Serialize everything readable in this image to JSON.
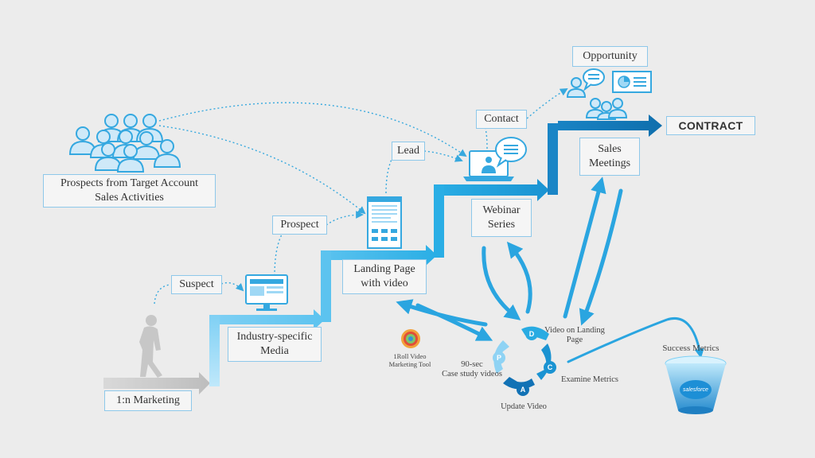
{
  "stages": {
    "one_n": "1:n Marketing",
    "industry": "Industry-specific\nMedia",
    "landing": "Landing Page\nwith video",
    "webinar": "Webinar\nSeries",
    "sales": "Sales\nMeetings",
    "contract": "CONTRACT"
  },
  "labels": {
    "prospects": "Prospects from Target Account\nSales Activities",
    "suspect": "Suspect",
    "prospect": "Prospect",
    "lead": "Lead",
    "contact": "Contact",
    "opportunity": "Opportunity"
  },
  "cycle": {
    "d": "D",
    "c": "C",
    "a": "A",
    "p": "P",
    "video_landing": "Video on Landing\nPage",
    "examine": "Examine Metrics",
    "update": "Update Video",
    "case_study": "90-sec\nCase study videos",
    "tool": "1Roll Video\nMarketing  Tool"
  },
  "success_metrics": "Success Metrics",
  "salesforce_label": "salesforce",
  "colors": {
    "accent": "#29abe2",
    "accent_light": "#8fd3f4",
    "accent_dark": "#1272b5",
    "bg": "#ececec"
  }
}
